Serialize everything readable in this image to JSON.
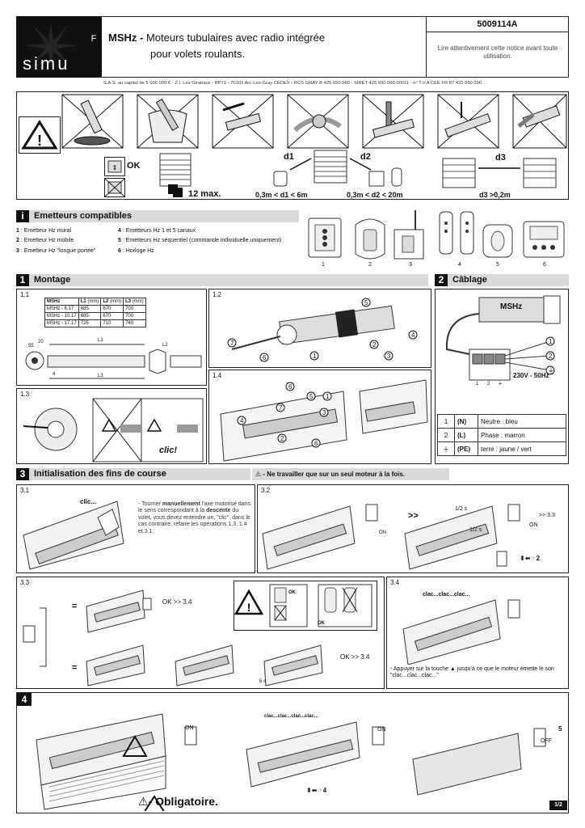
{
  "header": {
    "brand": "simu",
    "lang_code": "F",
    "title_bold": "MSHz -",
    "title_line1": " Moteurs tubulaires avec radio intégrée",
    "title_line2": "pour volets roulants.",
    "doc_number": "5009114A",
    "notice": "Lire attentivement cette notice avant toute utilisation.",
    "company_line": "S.A.S. au capital de 5 000 000 € - Z.I. Les Giranaux - BP71 - 70103 Arc-Les-Gray CEDEX - RCS GRAY B 425 650 090 - SIRET 425 650 090 00011 - n° T.V.A CEE FR 87 425 650 090"
  },
  "safety": {
    "ok_label": "OK",
    "max_label": "12 max.",
    "d1_label": "d1",
    "d2_label": "d2",
    "d3_label": "d3",
    "d1_range": "0,3m < d1 < 6m",
    "d2_range": "0,3m < d2 < 20m",
    "d3_range": "d3 >0,2m"
  },
  "emitters": {
    "num": "i",
    "title": "Emetteurs compatibles",
    "items_left": [
      {
        "n": "1",
        "text": " : Emetteur Hz mural"
      },
      {
        "n": "2",
        "text": " : Emetteur Hz mobile"
      },
      {
        "n": "3",
        "text": " : Emetteur Hz \"longue portée\""
      }
    ],
    "items_right": [
      {
        "n": "4",
        "text": " : Emetteurs Hz 1 et 5 canaux"
      },
      {
        "n": "5",
        "text": " : Emetteurs Hz séquentiel (commande individuelle uniquement)"
      },
      {
        "n": "6",
        "text": " : Horloge Hz"
      }
    ],
    "device_numbers": [
      "1",
      "2",
      "3",
      "4",
      "5",
      "6"
    ]
  },
  "montage": {
    "num": "1",
    "title": "Montage",
    "p11": "1.1",
    "p12": "1.2",
    "p13": "1.3",
    "p14": "1.4",
    "table_head": [
      "MSHz",
      "L1",
      "(mm)",
      "L2",
      "(mm)",
      "L3",
      "(mm)"
    ],
    "table_rows": [
      [
        "MSHz - 6.17",
        "685",
        "670",
        "700"
      ],
      [
        "MSHz - 10.17",
        "685",
        "670",
        "700"
      ],
      [
        "MSHz - 17.17",
        "725",
        "710",
        "740"
      ]
    ],
    "dims": {
      "d55": "55",
      "d20": "20",
      "L1": "L1",
      "L2": "L2",
      "L3": "L3",
      "d4": "4"
    },
    "clic": "clic!"
  },
  "cablage": {
    "num": "2",
    "title": "Câblage",
    "motor_label": "MSHz",
    "voltage": "230V - 50Hz",
    "terminal_labels": [
      "1",
      "2",
      "⏚"
    ],
    "legend": [
      {
        "n": "1",
        "code": "(N)",
        "text": "Neutre : bleu"
      },
      {
        "n": "2",
        "code": "(L)",
        "text": "Phase : marron"
      },
      {
        "n": "⏚",
        "code": "(PE)",
        "text": "terre : jaune / vert"
      }
    ]
  },
  "init": {
    "num": "3",
    "title": "Initialisation des fins de course",
    "warning": "- Ne travailler que sur un seul moteur à la fois.",
    "p31": "3.1",
    "p31_clic": "clic...",
    "p31_text_a": "- Tourner ",
    "p31_text_b": "manuellement",
    "p31_text_c": " l'axe motorisé dans le sens correspondant à la ",
    "p31_text_d": "descente",
    "p31_text_e": " du volet, vous devez entendre un, \"clic\". dans le cas contraire, refaire les opérations 1.3, 1.4 et 3.1",
    "p32": "3.2",
    "p32_on": "ON",
    "p32_half": "1/2 s",
    "p32_goto": ">> 3.3",
    "p32_arrow": ">>",
    "p32_step": "2",
    "p33": "3.3",
    "p33_ok": "OK >> 3.4",
    "p33_5s": "5 s",
    "p33_ok_small": "OK",
    "p34": "3.4",
    "p34_clac": "clac...clac...clac...",
    "p34_text": "- Appuyer sur la touche ▲ jusqu'à ce que le moteur émette le son \"clac...clac...clac...\""
  },
  "section4": {
    "num": "4",
    "mandatory": "- Obligatoire.",
    "on": "ON",
    "off": "OFF",
    "clac": "clac...clac...clac...clac...",
    "step4": "4",
    "step5": "5"
  },
  "footer": {
    "page": "1/2"
  }
}
